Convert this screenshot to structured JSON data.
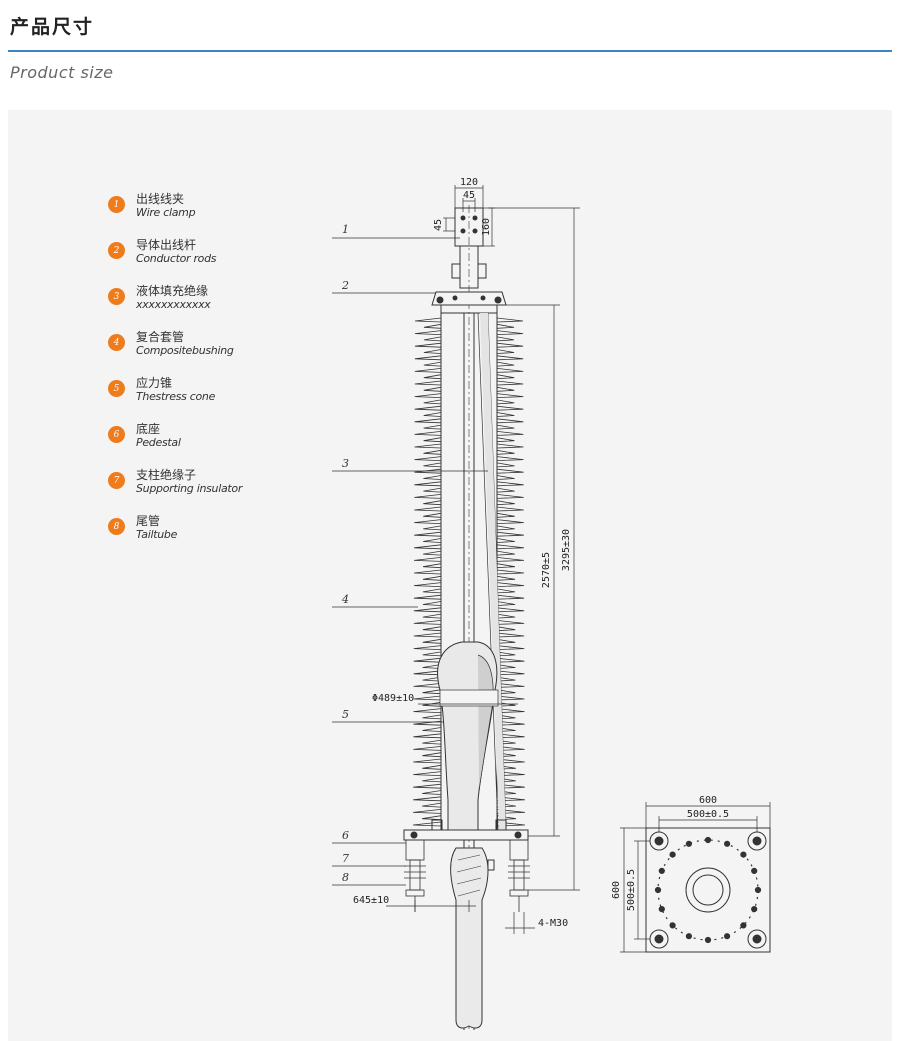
{
  "header": {
    "title": "产品尺寸",
    "subtitle": "Product size"
  },
  "legend": [
    {
      "num": "1",
      "cn": "出线线夹",
      "en": "Wire clamp"
    },
    {
      "num": "2",
      "cn": "导体出线杆",
      "en": "Conductor rods"
    },
    {
      "num": "3",
      "cn": "液体填充绝缘",
      "en": "xxxxxxxxxxxx"
    },
    {
      "num": "4",
      "cn": "复合套管",
      "en": "Compositebushing"
    },
    {
      "num": "5",
      "cn": "应力锥",
      "en": "Thestress cone"
    },
    {
      "num": "6",
      "cn": "底座",
      "en": "Pedestal"
    },
    {
      "num": "7",
      "cn": "支柱绝缘子",
      "en": "Supporting insulator"
    },
    {
      "num": "8",
      "cn": "尾管",
      "en": "Tailtube"
    }
  ],
  "callouts": [
    "1",
    "2",
    "3",
    "4",
    "5",
    "6",
    "7",
    "8"
  ],
  "dimensions": {
    "clamp_width": "120",
    "clamp_hole_spacing": "45",
    "clamp_side": "45",
    "clamp_height": "160",
    "shed_height": "2570±5",
    "total_height": "3295±30",
    "diameter": "Φ489±10",
    "base_span": "645±10",
    "bolts": "4-M30",
    "base_outer": "600",
    "base_inner": "500±0.5",
    "base_outer_v": "600",
    "base_inner_v": "500±0.5"
  },
  "colors": {
    "accent_rule": "#3a83c4",
    "badge": "#ef7b1a",
    "line": "#333333"
  }
}
